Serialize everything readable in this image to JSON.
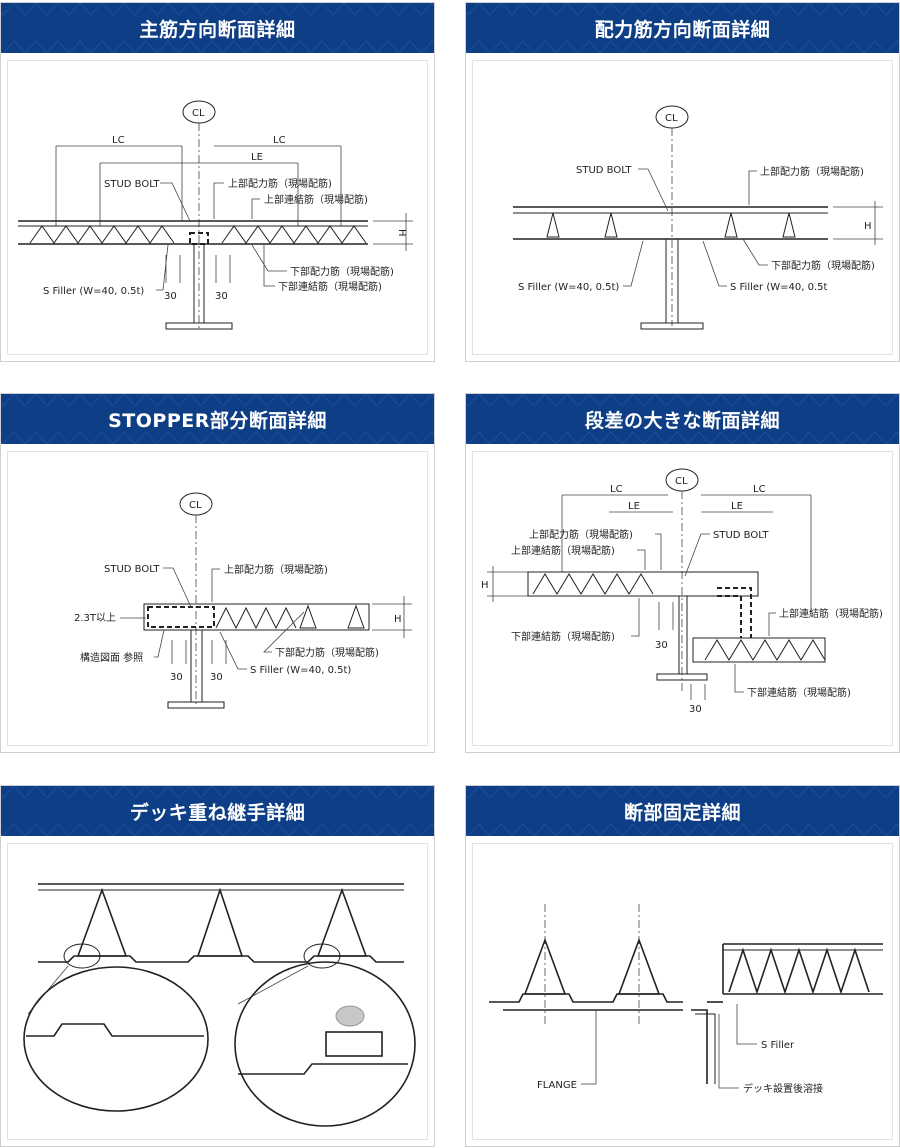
{
  "panels": [
    {
      "title": "主筋方向断面詳細",
      "labels": {
        "cl": "CL",
        "lc1": "LC",
        "lc2": "LC",
        "le": "LE",
        "stud": "STUD BOLT",
        "top_bar": "上部配力筋（現場配筋)",
        "top_link": "上部連結筋（現場配筋)",
        "bot_bar": "下部配力筋（現場配筋)",
        "bot_link": "下部連結筋（現場配筋)",
        "filler": "S Filler (W=40, 0.5t)",
        "d1": "30",
        "d2": "30",
        "h": "H"
      }
    },
    {
      "title": "配力筋方向断面詳細",
      "labels": {
        "cl": "CL",
        "stud": "STUD BOLT",
        "top_bar": "上部配力筋（現場配筋)",
        "bot_bar": "下部配力筋（現場配筋)",
        "filler1": "S Filler (W=40, 0.5t)",
        "filler2": "S Filler (W=40, 0.5t",
        "h": "H"
      }
    },
    {
      "title": "STOPPER部分断面詳細",
      "labels": {
        "cl": "CL",
        "stud": "STUD BOLT",
        "top_bar": "上部配力筋（現場配筋)",
        "thick": "2.3T以上",
        "ref": "構造図面 参照",
        "bot_bar": "下部配力筋（現場配筋)",
        "filler": "S Filler (W=40, 0.5t)",
        "d1": "30",
        "d2": "30",
        "h": "H"
      }
    },
    {
      "title": "段差の大きな断面詳細",
      "labels": {
        "cl": "CL",
        "lc1": "LC",
        "le1": "LE",
        "lc2": "LC",
        "le2": "LE",
        "top_bar": "上部配力筋（現場配筋)",
        "top_link": "上部連結筋（現場配筋)",
        "stud": "STUD BOLT",
        "top_link2": "上部連結筋（現場配筋)",
        "bot_link": "下部連結筋（現場配筋)",
        "bot_link2": "下部連結筋（現場配筋)",
        "d1": "30",
        "d2": "30",
        "h": "H"
      }
    },
    {
      "title": "デッキ重ね継手詳細",
      "labels": {}
    },
    {
      "title": "断部固定詳細",
      "labels": {
        "filler": "S Filler",
        "flange": "FLANGE",
        "weld": "デッキ設置後溶接"
      }
    }
  ],
  "colors": {
    "header_bg": "#0e3f86",
    "header_text": "#ffffff",
    "line": "#222222"
  }
}
